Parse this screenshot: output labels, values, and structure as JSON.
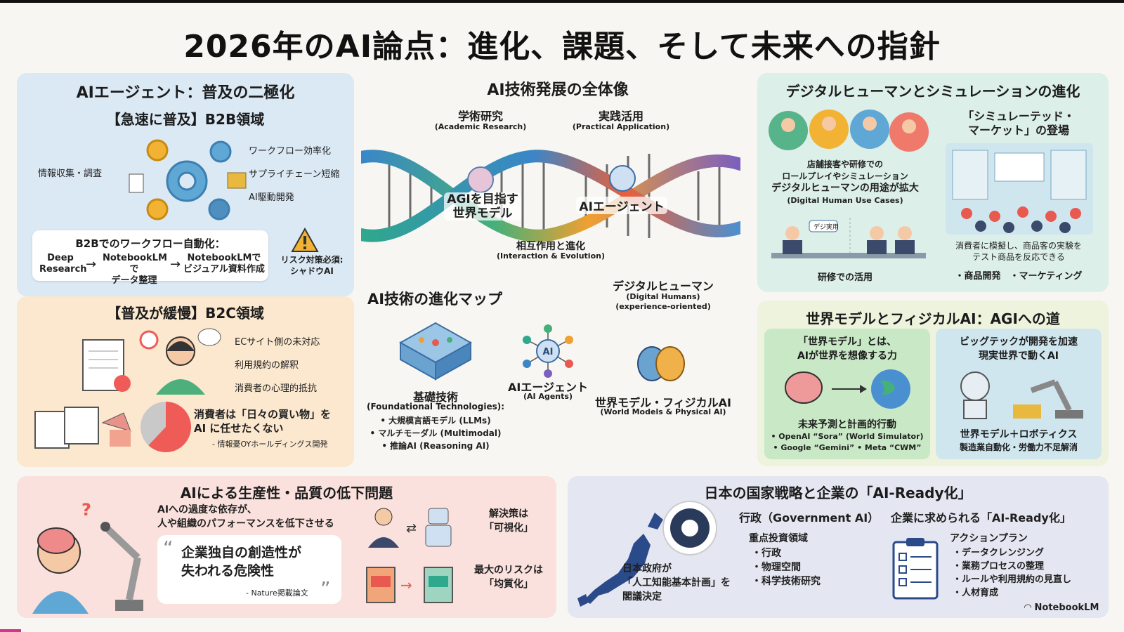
{
  "title": "2026年のAI論点：進化、課題、そして未来への指針",
  "panel_b2b": {
    "heading": "AIエージェント：普及の二極化",
    "subheading": "【急速に普及】B2B領域",
    "label_left": "情報収集・調査",
    "labels_right": [
      "ワークフロー効率化",
      "サプライチェーン短縮",
      "AI駆動開発"
    ],
    "workflow_title": "B2Bでのワークフロー自動化：",
    "workflow_steps": [
      "Deep Research",
      "NotebookLMで データ整理",
      "NotebookLMで ビジュアル資料作成"
    ],
    "workflow_step1a": "Deep",
    "workflow_step1b": "Research",
    "workflow_step2a": "NotebookLMで",
    "workflow_step2b": "データ整理",
    "workflow_step3a": "NotebookLMで",
    "workflow_step3b": "ビジュアル資料作成",
    "risk_a": "リスク対策必須:",
    "risk_b": "シャドウAI"
  },
  "panel_b2c": {
    "subheading": "【普及が緩慢】B2C領域",
    "bullets": [
      "ECサイト側の未対応",
      "利用規約の解釈",
      "消費者の心理的抵抗"
    ],
    "quote_a": "消費者は「日々の買い物」を",
    "quote_b": "AI に任せたくない",
    "source": "- 情報憂OYホールディングス開発",
    "pie_share": 0.62
  },
  "center": {
    "heading": "AI技術発展の全体像",
    "academic": "学術研究",
    "academic_en": "(Academic Research)",
    "practical": "実践活用",
    "practical_en": "(Practical Application)",
    "agi_a": "AGIを目指す",
    "agi_b": "世界モデル",
    "agent": "AIエージェント",
    "interaction": "相互作用と進化",
    "interaction_en": "(Interaction & Evolution)",
    "map_heading": "AI技術の進化マップ",
    "dh_label": "デジタルヒューマン",
    "dh_en1": "(Digital Humans)",
    "dh_en2": "(experience-oriented)",
    "foundation": "基礎技術",
    "foundation_en": "(Foundational Technologies):",
    "foundation_items": [
      "• 大規模言語モデル (LLMs)",
      "• マルチモーダル (Multimodal)",
      "• 推論AI (Reasoning AI)"
    ],
    "agents": "AIエージェント",
    "agents_en": "(AI Agents)",
    "world": "世界モデル・フィジカルAI",
    "world_en": "(World Models & Physical AI)"
  },
  "panel_dh": {
    "heading": "デジタルヒューマンとシミュレーションの進化",
    "sim_a": "「シミュレーテッド・",
    "sim_b": "マーケット」の登場",
    "use_a": "店舗接客や研修での",
    "use_b": "ロールプレイやシミュレーション",
    "use_c": "デジタルヒューマンの用途が拡大",
    "use_en": "(Digital Human Use Cases)",
    "bubble": "デジ実用",
    "training": "研修での活用",
    "sim_desc_a": "消費者に模擬し、商品客の実験を",
    "sim_desc_b": "テスト商品を反応できる",
    "sim_uses": "・商品開発　・マーケティング"
  },
  "panel_wm": {
    "heading": "世界モデルとフィジカルAI：AGIへの道",
    "left_a": "「世界モデル」とは、",
    "left_b": "AIが世界を想像する力",
    "left_c": "未来予測と計画的行動",
    "left_d": "• OpenAI “Sora” (World Simulator)",
    "left_e": "• Google “Gemini” • Meta “CWM”",
    "right_a": "ビッグテックが開発を加速",
    "right_b": "現実世界で動くAI",
    "right_c": "世界モデル＋ロボティクス",
    "right_d": "製造業自動化・労働力不足解消"
  },
  "panel_prod": {
    "heading": "AIによる生産性・品質の低下問題",
    "line_a": "AIへの過度な依存が、",
    "line_b": "人や組織のパフォーマンスを低下させる",
    "quote_a": "企業独自の創造性が",
    "quote_b": "失われる危険性",
    "source": "- Nature掲載論文",
    "sol_a": "解決策は",
    "sol_b": "「可視化」",
    "risk_a": "最大のリスクは",
    "risk_b": "「均質化」"
  },
  "panel_jp": {
    "heading": "日本の国家戦略と企業の「AI-Ready化」",
    "gov_a": "日本政府が",
    "gov_b": "「人工知能基本計画」を",
    "gov_c": "閣議決定",
    "admin": "行政（Government AI）",
    "focus": "重点投資領域",
    "focus_items": [
      "・行政",
      "・物理空間",
      "・科学技術研究"
    ],
    "corp": "企業に求められる「AI-Ready化」",
    "action": "アクションプラン",
    "action_items": [
      "・データクレンジング",
      "・業務プロセスの整理",
      "・ルールや利用規約の見直し",
      "・人材育成"
    ]
  },
  "watermark": "NotebookLM",
  "colors": {
    "b2b": "#dbe9f5",
    "b2c": "#fbe8cf",
    "dh": "#dcefe9",
    "wm": "#eef3dd",
    "prod": "#fae1dd",
    "jp": "#e4e6f1",
    "pie_main": "#ef5b57",
    "pie_rest": "#c9c9c9"
  }
}
